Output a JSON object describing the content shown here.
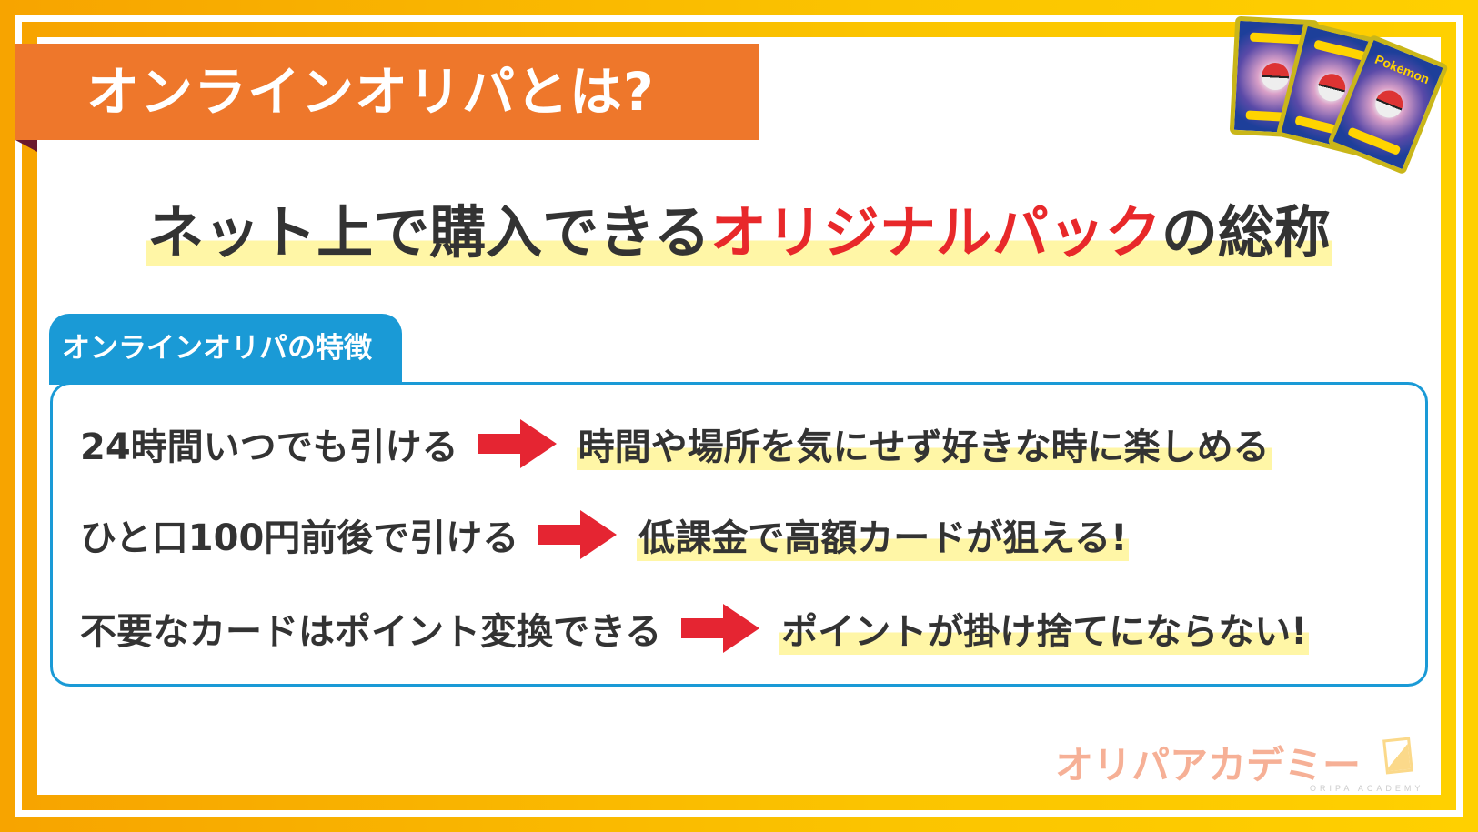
{
  "header": {
    "title": "オンラインオリパとは?"
  },
  "headline": {
    "before": "ネット上で購入できる",
    "emphasis": "オリジナルパック",
    "after": "の総称"
  },
  "features": {
    "tab_label": "オンラインオリパの特徴",
    "rows": [
      {
        "feature": "24時間いつでも引ける",
        "benefit": "時間や場所を気にせず好きな時に楽しめる"
      },
      {
        "feature": "ひと口100円前後で引ける",
        "benefit": "低課金で高額カードが狙える!"
      },
      {
        "feature": "不要なカードはポイント変換できる",
        "benefit": "ポイントが掛け捨てにならない!"
      }
    ]
  },
  "cards": {
    "logo_text": "Pokémon",
    "count": 3
  },
  "brand": {
    "name": "オリパアカデミー",
    "subtitle": "ORIPA ACADEMY"
  },
  "colors": {
    "banner": "#ee772b",
    "accent_blue": "#1a9ad6",
    "emphasis_red": "#e8282a",
    "arrow_red": "#e52532",
    "highlight": "#fff6a6",
    "frame": "#fbc400"
  }
}
